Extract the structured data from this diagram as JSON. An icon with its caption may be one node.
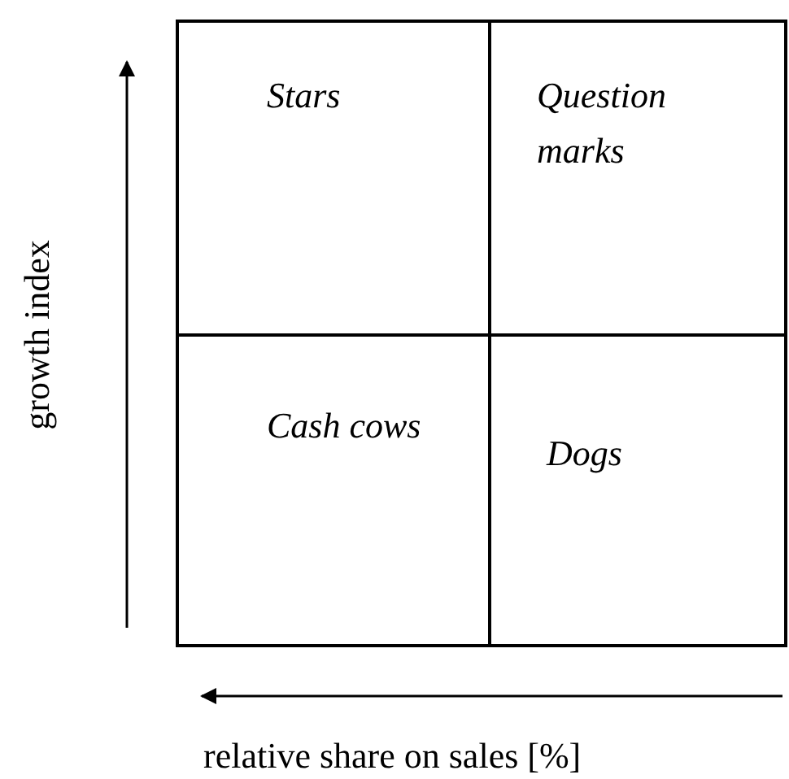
{
  "diagram": {
    "nodes": [
      {
        "text": [
          "Stars"
        ]
      },
      {
        "text": [
          "Question marks"
        ]
      },
      {
        "text": [
          "Cash cows"
        ]
      },
      {
        "text": [
          "Dogs"
        ]
      }
    ],
    "labels": [
      "growth index",
      "relative share on sales [%]"
    ]
  }
}
